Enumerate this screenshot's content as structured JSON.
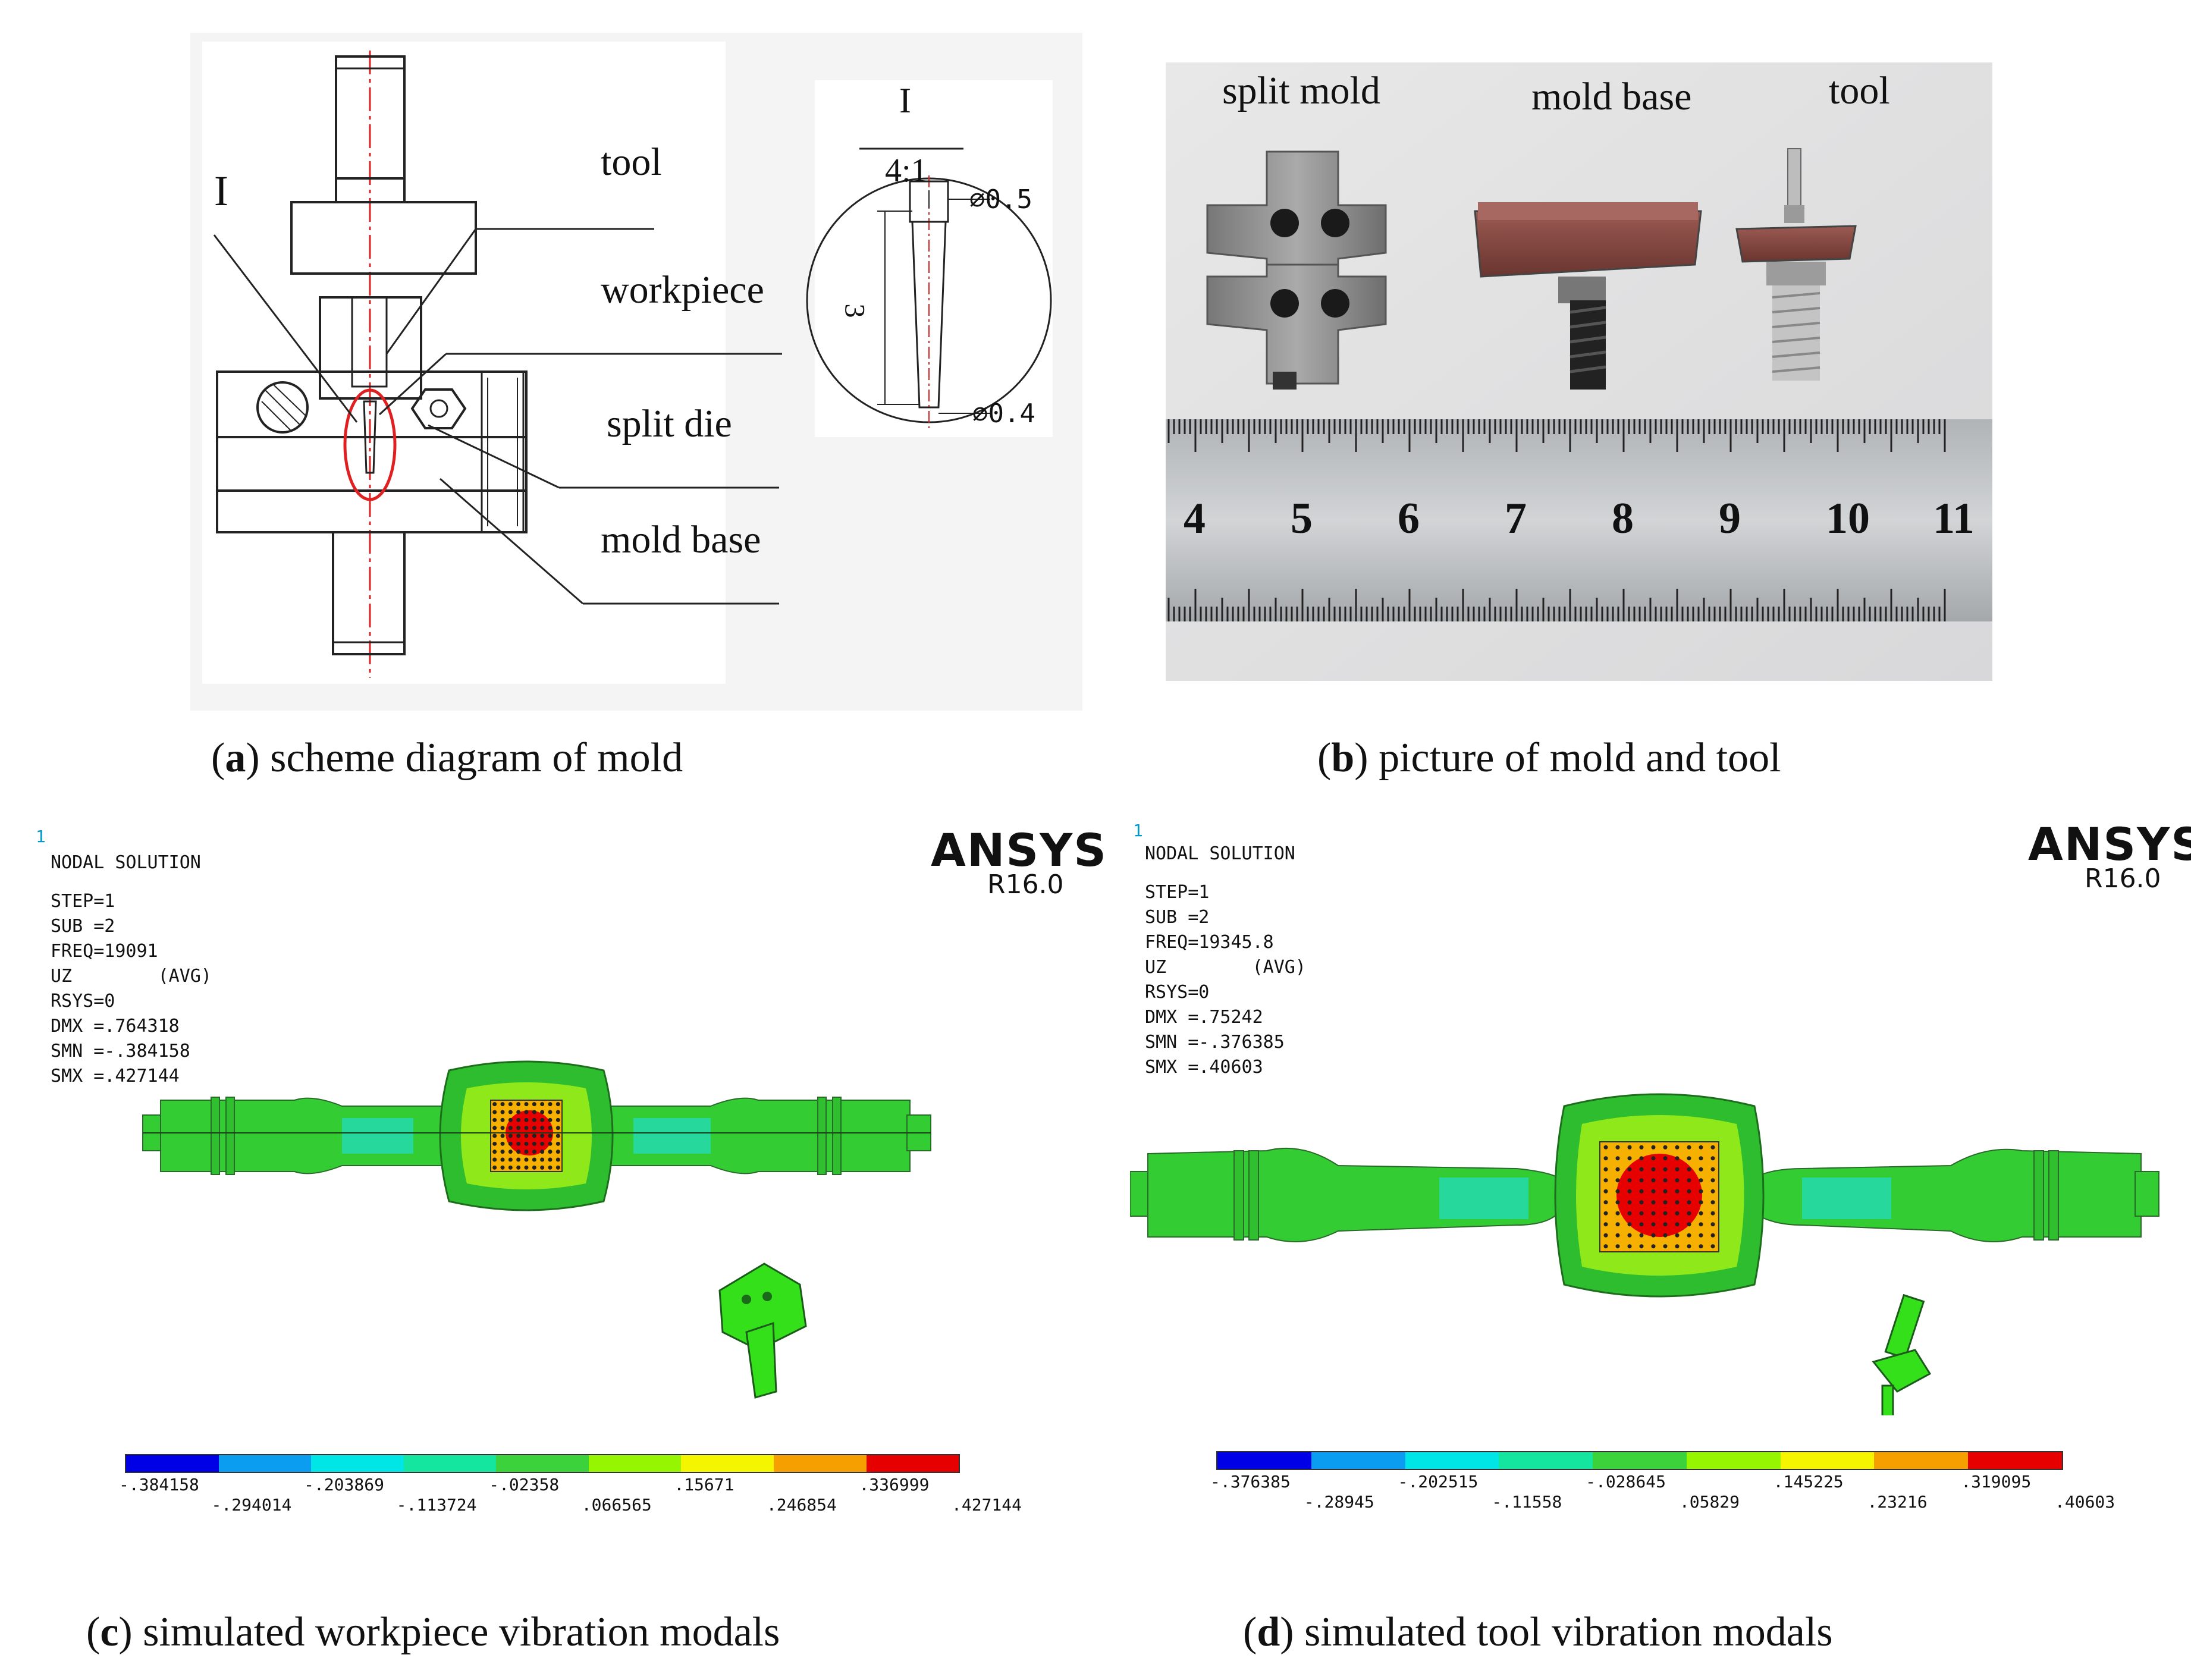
{
  "panel_a": {
    "caption_letter": "a",
    "caption_text": " scheme diagram of mold",
    "labels": {
      "section_mark": "I",
      "tool": "tool",
      "workpiece": "workpiece",
      "split_die": "split die",
      "mold_base": "mold base"
    },
    "detail": {
      "section": "I",
      "scale": "4:1",
      "dia_top": "⌀0.5",
      "dia_bottom": "⌀0.4",
      "length": "3"
    }
  },
  "panel_b": {
    "caption_letter": "b",
    "caption_text": " picture of mold and tool",
    "labels": {
      "split_mold": "split mold",
      "mold_base": "mold base",
      "tool": "tool"
    },
    "ruler_numbers": [
      "4",
      "5",
      "6",
      "7",
      "8",
      "9",
      "10",
      "11"
    ]
  },
  "panel_c": {
    "caption_letter": "c",
    "caption_text": " simulated workpiece vibration modals",
    "corner_number": "1",
    "header": "NODAL SOLUTION",
    "lines": [
      "STEP=1",
      "SUB =2",
      "FREQ=19091",
      "UZ        (AVG)",
      "RSYS=0",
      "DMX =.764318",
      "SMN =-.384158",
      "SMX =.427144"
    ],
    "logo": "ANSYS",
    "version": "R16.0",
    "legend_top": [
      "-.384158",
      "-.203869",
      "-.02358",
      ".15671",
      ".336999"
    ],
    "legend_bottom": [
      "-.294014",
      "-.113724",
      ".066565",
      ".246854",
      ".427144"
    ]
  },
  "panel_d": {
    "caption_letter": "d",
    "caption_text": " simulated tool vibration modals",
    "corner_number": "1",
    "header": "NODAL SOLUTION",
    "lines": [
      "STEP=1",
      "SUB =2",
      "FREQ=19345.8",
      "UZ        (AVG)",
      "RSYS=0",
      "DMX =.75242",
      "SMN =-.376385",
      "SMX =.40603"
    ],
    "logo": "ANSYS",
    "version": "R16.0",
    "legend_top": [
      "-.376385",
      "-.202515",
      "-.028645",
      ".145225",
      ".319095"
    ],
    "legend_bottom": [
      "-.28945",
      "-.11558",
      ".05829",
      ".23216",
      ".40603"
    ]
  },
  "colormap": [
    "#0000e6",
    "#0b9ef0",
    "#00e6e6",
    "#14e6a0",
    "#3cd23c",
    "#96f500",
    "#f5f500",
    "#f5a000",
    "#e60000"
  ]
}
